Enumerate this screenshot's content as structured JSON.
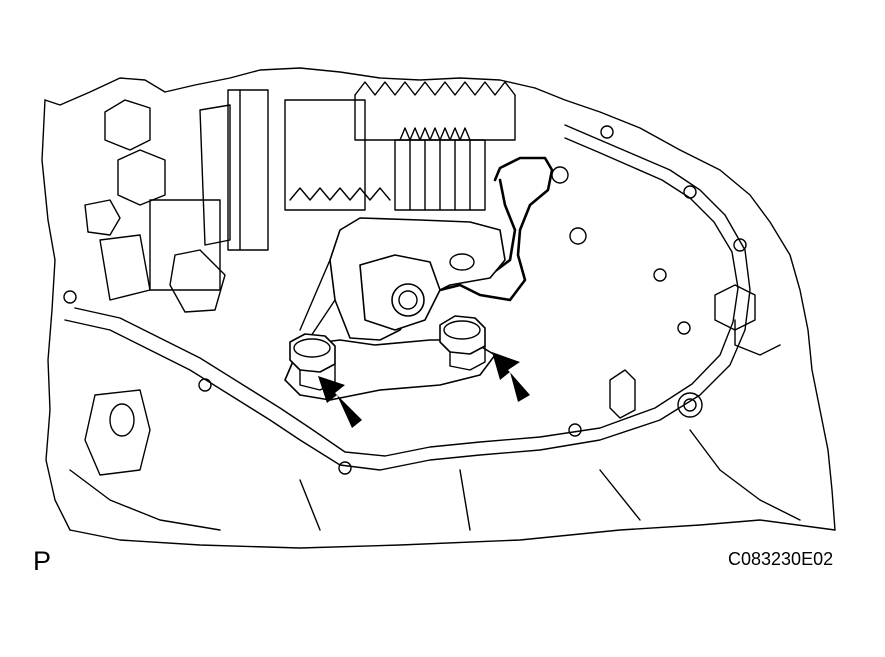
{
  "figure": {
    "view_code": "P",
    "figure_id": "C083230E02",
    "callouts": [
      {
        "name": "arrow-bolt-left",
        "icon": "arrow-pointer-icon",
        "target": "bolt"
      },
      {
        "name": "arrow-bolt-right",
        "icon": "arrow-pointer-icon",
        "target": "bolt"
      }
    ],
    "colors": {
      "line": "#000000",
      "background": "#ffffff"
    }
  }
}
